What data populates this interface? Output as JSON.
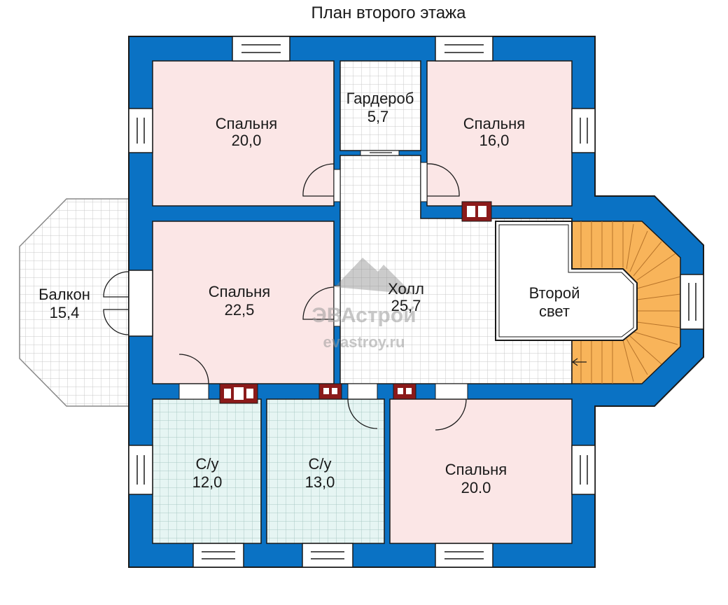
{
  "title": "План второго этажа",
  "rooms": [
    {
      "name": "Спальня",
      "area": "20,0"
    },
    {
      "name": "Гардероб",
      "area": "5,7"
    },
    {
      "name": "Спальня",
      "area": "16,0"
    },
    {
      "name": "Спальня",
      "area": "22,5"
    },
    {
      "name": "Холл",
      "area": "25,7"
    },
    {
      "name": "Второй",
      "area": "свет"
    },
    {
      "name": "Балкон",
      "area": "15,4"
    },
    {
      "name": "С/у",
      "area": "12,0"
    },
    {
      "name": "С/у",
      "area": "13,0"
    },
    {
      "name": "Спальня",
      "area": "20.0"
    }
  ],
  "watermark": {
    "brand": "ЭВАстрой",
    "site": "evastroy.ru"
  },
  "colors": {
    "wall": "#0a72c4",
    "bedroom": "#fbe6e6",
    "bathroom": "#e6f5f3",
    "hall_tile": "#ffffff",
    "grid": "#c9c9c9",
    "stairs": "#f8b45a",
    "chimney": "#8b1a1a"
  }
}
